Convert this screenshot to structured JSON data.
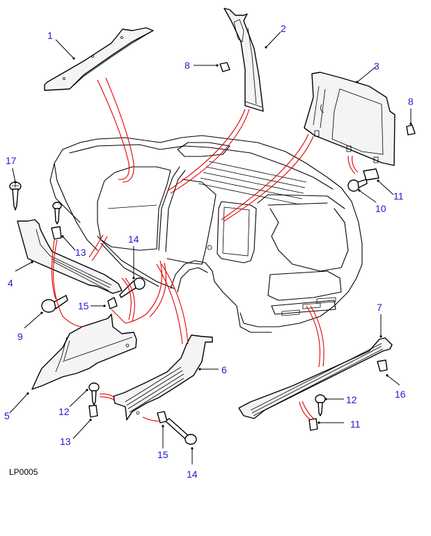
{
  "diagram": {
    "reference_code": "LP0005",
    "callout_color": "#1a1ad0",
    "connector_color": "#e00000",
    "callouts": [
      {
        "id": "c1",
        "label": "1"
      },
      {
        "id": "c2",
        "label": "2"
      },
      {
        "id": "c3",
        "label": "3"
      },
      {
        "id": "c4",
        "label": "4"
      },
      {
        "id": "c5",
        "label": "5"
      },
      {
        "id": "c6",
        "label": "6"
      },
      {
        "id": "c7",
        "label": "7"
      },
      {
        "id": "c8a",
        "label": "8"
      },
      {
        "id": "c8b",
        "label": "8"
      },
      {
        "id": "c9",
        "label": "9"
      },
      {
        "id": "c10",
        "label": "10"
      },
      {
        "id": "c11a",
        "label": "11"
      },
      {
        "id": "c11b",
        "label": "11"
      },
      {
        "id": "c12a",
        "label": "12"
      },
      {
        "id": "c12b",
        "label": "12"
      },
      {
        "id": "c13a",
        "label": "13"
      },
      {
        "id": "c13b",
        "label": "13"
      },
      {
        "id": "c14a",
        "label": "14"
      },
      {
        "id": "c14b",
        "label": "14"
      },
      {
        "id": "c15a",
        "label": "15"
      },
      {
        "id": "c15b",
        "label": "15"
      },
      {
        "id": "c16",
        "label": "16"
      },
      {
        "id": "c17",
        "label": "17"
      }
    ]
  }
}
